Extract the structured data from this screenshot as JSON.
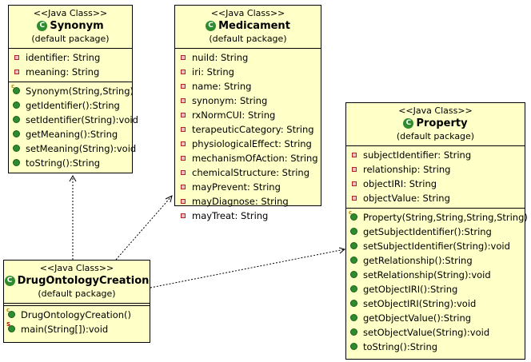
{
  "classes": {
    "synonym": {
      "stereotype": "<<Java Class>>",
      "name": "Synonym",
      "package": "(default package)",
      "fields": [
        "identifier: String",
        "meaning: String"
      ],
      "methods": [
        {
          "text": "Synonym(String,String)",
          "kind": "constructor"
        },
        {
          "text": "getIdentifier():String",
          "kind": "method"
        },
        {
          "text": "setIdentifier(String):void",
          "kind": "method"
        },
        {
          "text": "getMeaning():String",
          "kind": "method"
        },
        {
          "text": "setMeaning(String):void",
          "kind": "method"
        },
        {
          "text": "toString():String",
          "kind": "method"
        }
      ]
    },
    "medicament": {
      "stereotype": "<<Java Class>>",
      "name": "Medicament",
      "package": "(default package)",
      "fields": [
        "nuiId: String",
        "iri: String",
        "name: String",
        "synonym: String",
        "rxNormCUI: String",
        "terapeuticCategory: String",
        "physiologicalEffect: String",
        "mechanismOfAction: String",
        "chemicalStructure: String",
        "mayPrevent: String",
        "mayDiagnose: String",
        "mayTreat: String"
      ]
    },
    "property": {
      "stereotype": "<<Java Class>>",
      "name": "Property",
      "package": "(default package)",
      "fields": [
        "subjectIdentifier: String",
        "relationship: String",
        "objectIRI: String",
        "objectValue: String"
      ],
      "methods": [
        {
          "text": "Property(String,String,String,String)",
          "kind": "constructor"
        },
        {
          "text": "getSubjectIdentifier():String",
          "kind": "method"
        },
        {
          "text": "setSubjectIdentifier(String):void",
          "kind": "method"
        },
        {
          "text": "getRelationship():String",
          "kind": "method"
        },
        {
          "text": "setRelationship(String):void",
          "kind": "method"
        },
        {
          "text": "getObjectIRI():String",
          "kind": "method"
        },
        {
          "text": "setObjectIRI(String):void",
          "kind": "method"
        },
        {
          "text": "getObjectValue():String",
          "kind": "method"
        },
        {
          "text": "setObjectValue(String):void",
          "kind": "method"
        },
        {
          "text": "toString():String",
          "kind": "method"
        }
      ]
    },
    "drug": {
      "stereotype": "<<Java Class>>",
      "name": "DrugOntologyCreation",
      "package": "(default package)",
      "methods": [
        {
          "text": "DrugOntologyCreation()",
          "kind": "constructor"
        },
        {
          "text": "main(String[]):void",
          "kind": "static"
        }
      ]
    }
  },
  "colors": {
    "box_fill": "#ffffc8",
    "field_icon": "#b22222",
    "method_icon": "#2e8b2e"
  }
}
